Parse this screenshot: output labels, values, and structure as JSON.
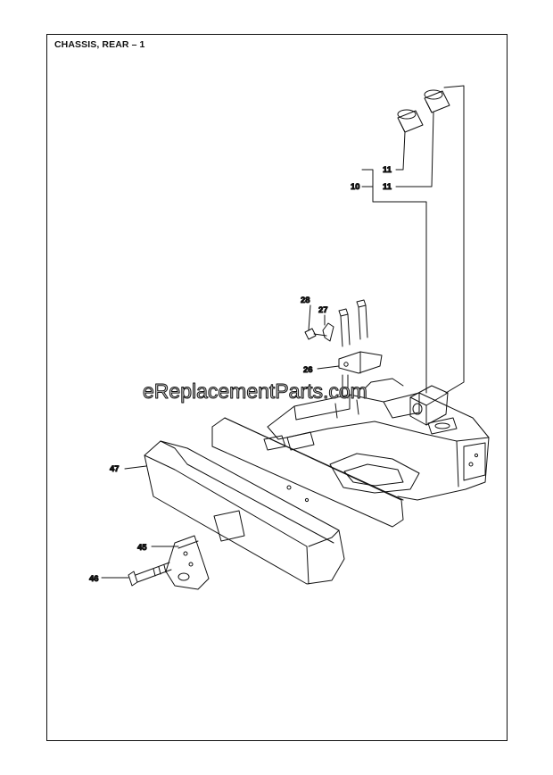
{
  "title": "CHASSIS, REAR – 1",
  "watermark": "eReplacementParts.com",
  "callouts": {
    "c11a": "11",
    "c11b": "11",
    "c10": "10",
    "c28": "28",
    "c27": "27",
    "c26": "26",
    "c47": "47",
    "c45": "45",
    "c46": "46"
  },
  "colors": {
    "line": "#111111",
    "watermark": "#c9c9c9"
  }
}
